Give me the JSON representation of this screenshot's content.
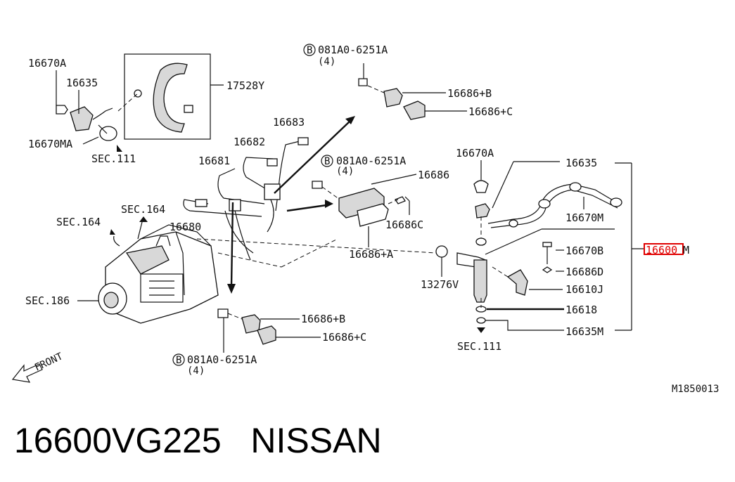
{
  "diagram": {
    "ref_code": "M1850013",
    "front_label": "FRONT",
    "labels": {
      "l16670A_top": "16670A",
      "l16635_top": "16635",
      "l17528Y": "17528Y",
      "l16670MA": "16670MA",
      "lSEC111_top": "SEC.111",
      "lB_top": "B",
      "l081_top": "081A0-6251A",
      "l4_top": "(4)",
      "l16686B_top": "16686+B",
      "l16686C_top": "16686+C",
      "l16683": "16683",
      "l16682": "16682",
      "l16681": "16681",
      "lB_mid": "B",
      "l081_mid": "081A0-6251A",
      "l4_mid": "(4)",
      "l16686": "16686",
      "l16686C_mid": "16686C",
      "l16686A": "16686+A",
      "l16680": "16680",
      "lSEC164_a": "SEC.164",
      "lSEC164_b": "SEC.164",
      "lSEC186": "SEC.186",
      "l16686B_bot": "16686+B",
      "l16686C_bot": "16686+C",
      "lB_bot": "B",
      "l081_bot": "081A0-6251A",
      "l4_bot": "(4)",
      "l16670A_right": "16670A",
      "l16635_right": "16635",
      "l16670M": "16670M",
      "l16670B": "16670B",
      "l16686D": "16686D",
      "l16610J": "16610J",
      "l16618": "16618",
      "l16635M": "16635M",
      "l13276V": "13276V",
      "lSEC111_bot": "SEC.111",
      "l16600": "16600",
      "l16600_suffix": "M"
    }
  },
  "caption": {
    "part_number": "16600VG225",
    "brand": "NISSAN"
  },
  "colors": {
    "highlight": "#e00000",
    "ink": "#111111"
  }
}
